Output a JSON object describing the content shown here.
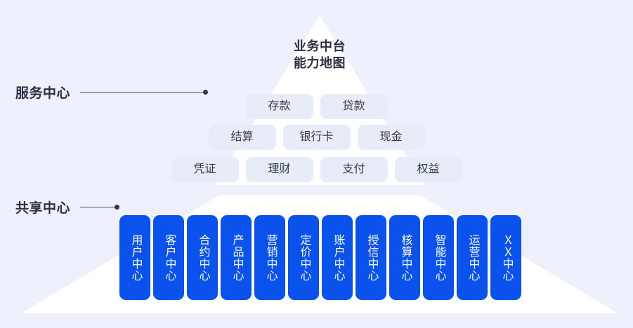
{
  "theme": {
    "page_background": "#eef1fb",
    "pyramid_fill": "#ffffff",
    "pill_background": "#e7ecf8",
    "pill_text": "#353a4c",
    "card_background": "#0b52ec",
    "card_text": "#ffffff",
    "label_text": "#2b3044",
    "connector": "#32374a"
  },
  "apex": {
    "title_line1": "业务中台",
    "title_line2": "能力地图"
  },
  "annotations": {
    "service": {
      "label": "服务中心"
    },
    "shared": {
      "label": "共享中心"
    }
  },
  "service_center": {
    "rows": [
      {
        "items": [
          {
            "label": "存款"
          },
          {
            "label": "贷款"
          }
        ]
      },
      {
        "items": [
          {
            "label": "结算"
          },
          {
            "label": "银行卡"
          },
          {
            "label": "现金"
          }
        ]
      },
      {
        "items": [
          {
            "label": "凭证"
          },
          {
            "label": "理财"
          },
          {
            "label": "支付"
          },
          {
            "label": "权益"
          }
        ]
      }
    ]
  },
  "shared_center": {
    "cards": [
      {
        "label": "用户中心"
      },
      {
        "label": "客户中心"
      },
      {
        "label": "合约中心"
      },
      {
        "label": "产品中心"
      },
      {
        "label": "营销中心"
      },
      {
        "label": "定价中心"
      },
      {
        "label": "账户中心"
      },
      {
        "label": "授信中心"
      },
      {
        "label": "核算中心"
      },
      {
        "label": "智能中心"
      },
      {
        "label": "运营中心"
      },
      {
        "label": "ＸＸ中心"
      }
    ]
  }
}
